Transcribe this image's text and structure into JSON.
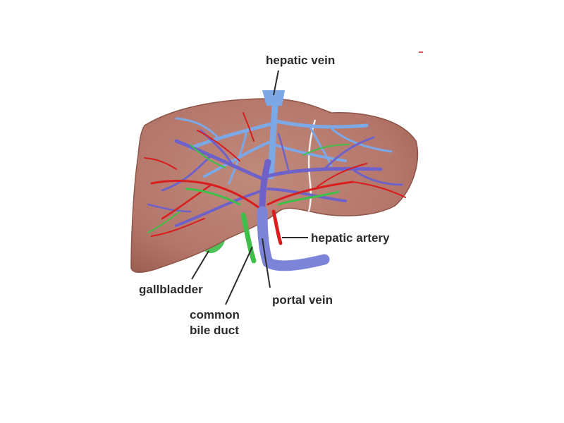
{
  "labels": {
    "hepatic_vein": "hepatic vein",
    "hepatic_artery": "hepatic artery",
    "gallbladder": "gallbladder",
    "common_bile_duct_line1": "common",
    "common_bile_duct_line2": "bile duct",
    "portal_vein": "portal vein"
  },
  "colors": {
    "liver": "#b87868",
    "liver_edge": "#8d5547",
    "hepatic_vein": "#7da8e6",
    "portal_vein": "#6e62c8",
    "hepatic_artery": "#d81e1e",
    "bile_duct": "#3fbf4a",
    "gallbladder": "#4fc35a",
    "leader_line": "#2b2b2b"
  }
}
